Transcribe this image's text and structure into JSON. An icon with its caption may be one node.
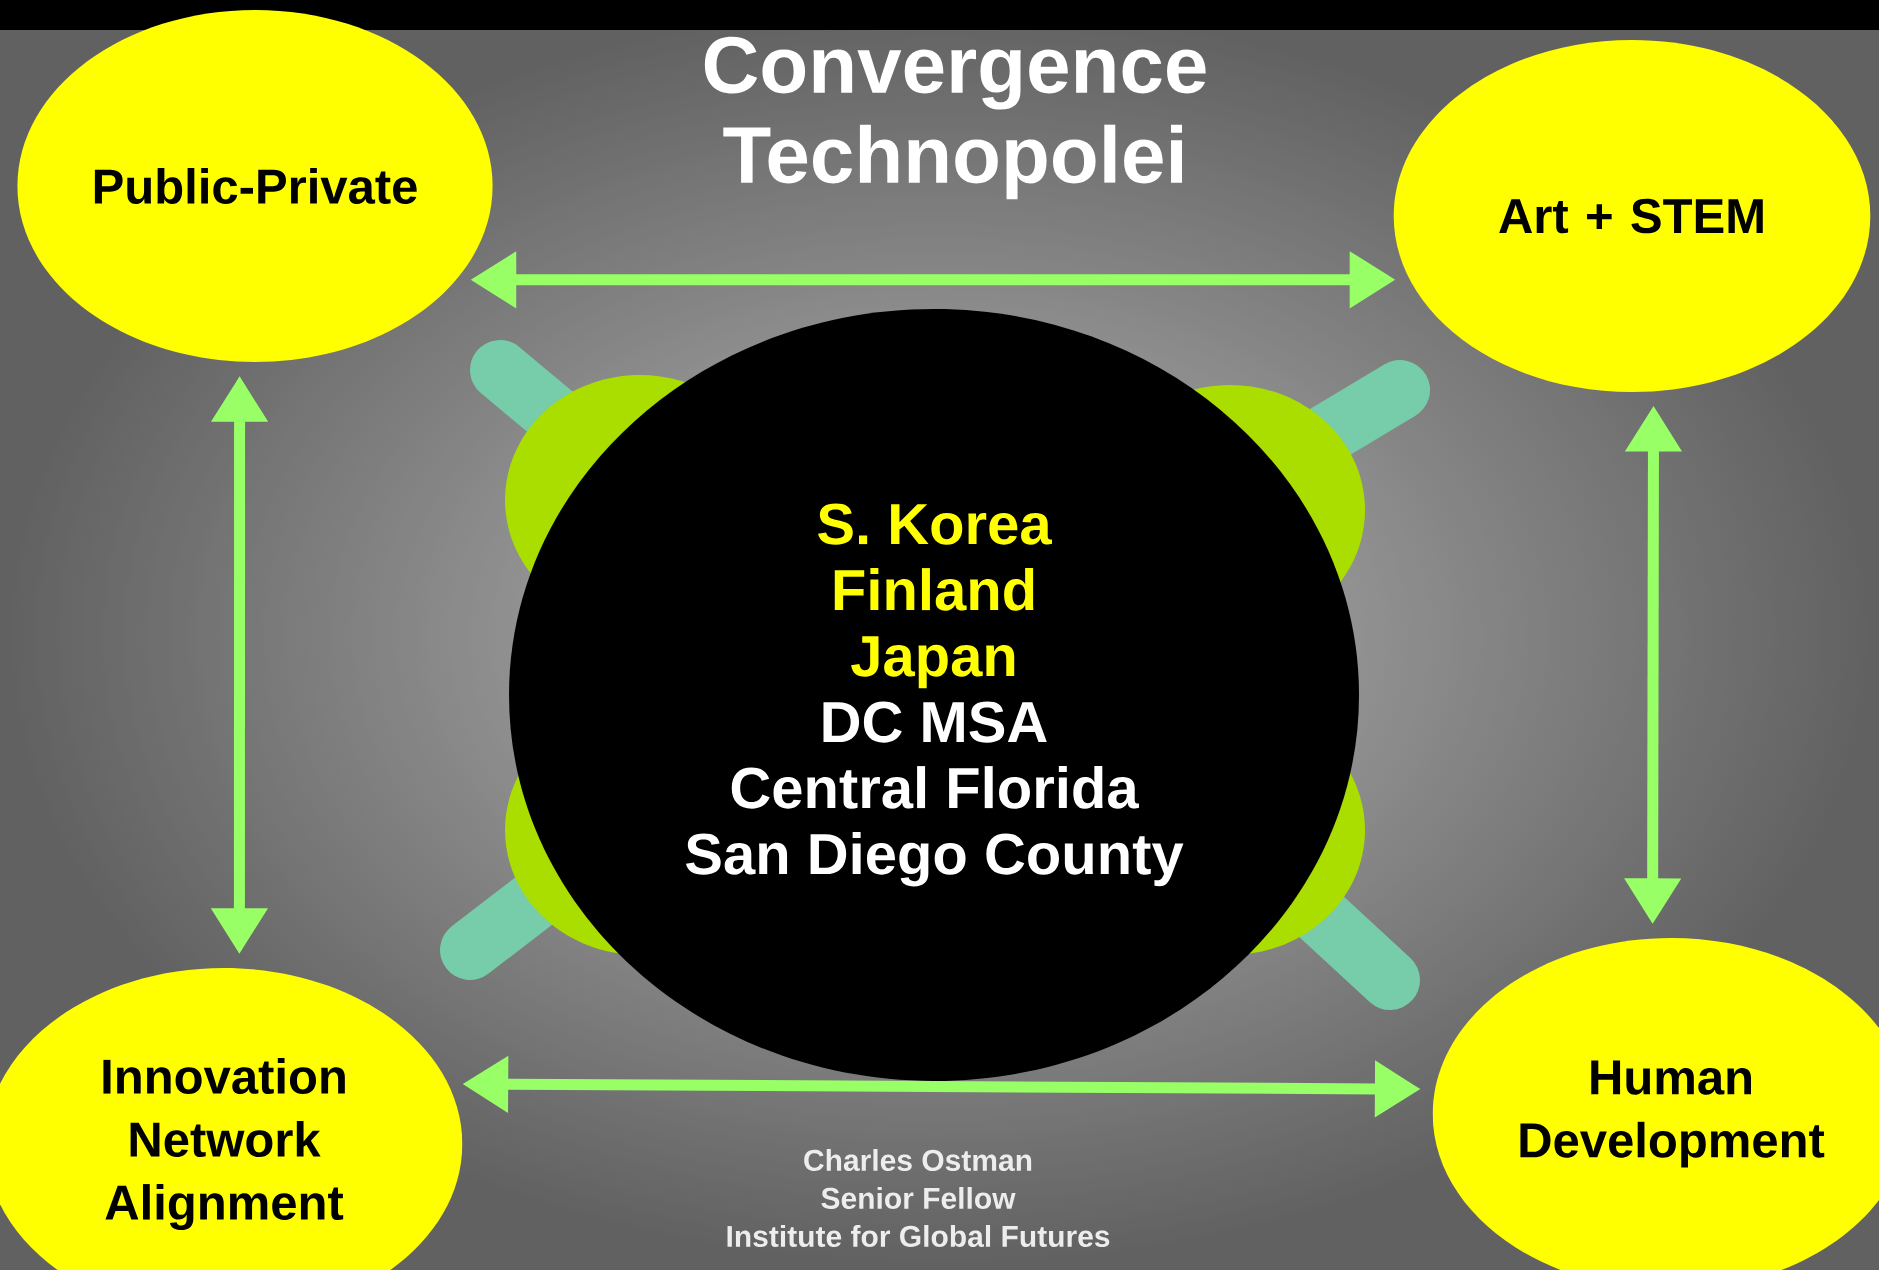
{
  "diagram": {
    "title": "Convergence Technopolei",
    "nodes": [
      {
        "text": [
          "Public-Private"
        ]
      },
      {
        "text": [
          "Art + STEM"
        ]
      },
      {
        "text": [
          "S. Korea",
          "Finland",
          "Japan",
          "DC MSA",
          "Central Florida",
          "San Diego County"
        ]
      },
      {
        "text": [
          "Innovation Network Alignment"
        ]
      },
      {
        "text": [
          "Human Development"
        ]
      }
    ],
    "edges": [
      {
        "from": 0,
        "to": 1,
        "arrow": "both"
      },
      {
        "from": 0,
        "to": 3,
        "arrow": "both"
      },
      {
        "from": 1,
        "to": 4,
        "arrow": "both"
      },
      {
        "from": 3,
        "to": 4,
        "arrow": "both"
      }
    ],
    "labels": [
      "Charles Ostman",
      "Senior Fellow",
      "Institute for Global Futures"
    ]
  }
}
